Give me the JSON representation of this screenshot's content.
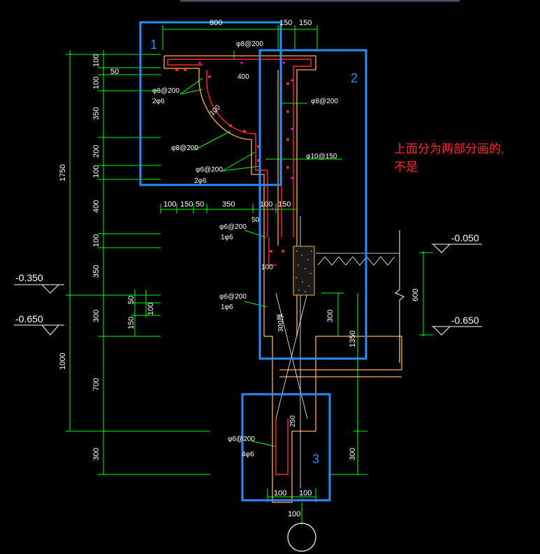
{
  "top_dims": [
    "800",
    "150",
    "150"
  ],
  "rebar_labels": {
    "phi8_200_top": "φ8@200",
    "dim_400": "400",
    "phi6_200_a": "φ6@200",
    "bar_2phi6_a": "2φ6",
    "dim_r100": "100",
    "phi8_200_b": "φ8@200",
    "phi8_200_right": "φ8@200",
    "phi10_150": "φ10@150",
    "phi6_200_b": "φ6@200",
    "bar_2phi6_b": "2φ6",
    "phi6_200_c": "φ6@200",
    "bar_1phi6_c": "1φ6",
    "dim_50_mid": "50",
    "dim_100_mid": "100",
    "phi6_200_d": "φ6@200",
    "bar_1phi6_d": "1φ6",
    "wall_300": "300厚",
    "phi6_200_e": "φ6@200",
    "bar_4phi6": "4φ6",
    "dim_250": "250"
  },
  "left_dims": [
    "100",
    "50",
    "100",
    "350",
    "200",
    "100",
    "400",
    "100",
    "350",
    "300",
    "700",
    "300"
  ],
  "left_total_dims": [
    "1750",
    "1000"
  ],
  "small_dims": [
    "50",
    "100",
    "150"
  ],
  "mid_row_dims": [
    "100",
    "150",
    "50",
    "350",
    "100",
    "150"
  ],
  "right_dims": [
    "600",
    "300",
    "1350",
    "300"
  ],
  "levels": [
    "-0.350",
    "-0.650",
    "-0.050",
    "-0.650"
  ],
  "bottom_dims": [
    "100",
    "100",
    "100"
  ],
  "region_labels": [
    "1",
    "2",
    "3"
  ],
  "annotation_lines": [
    "上面分为两部分画的,",
    "不是"
  ],
  "colors": {
    "background": "#000000",
    "dimension": "#00ff00",
    "outline": "#ffb347",
    "rebar": "#ff2a2a",
    "highlight_box": "#2a8cff",
    "text": "#ffffff",
    "note": "#ff2a2a"
  }
}
